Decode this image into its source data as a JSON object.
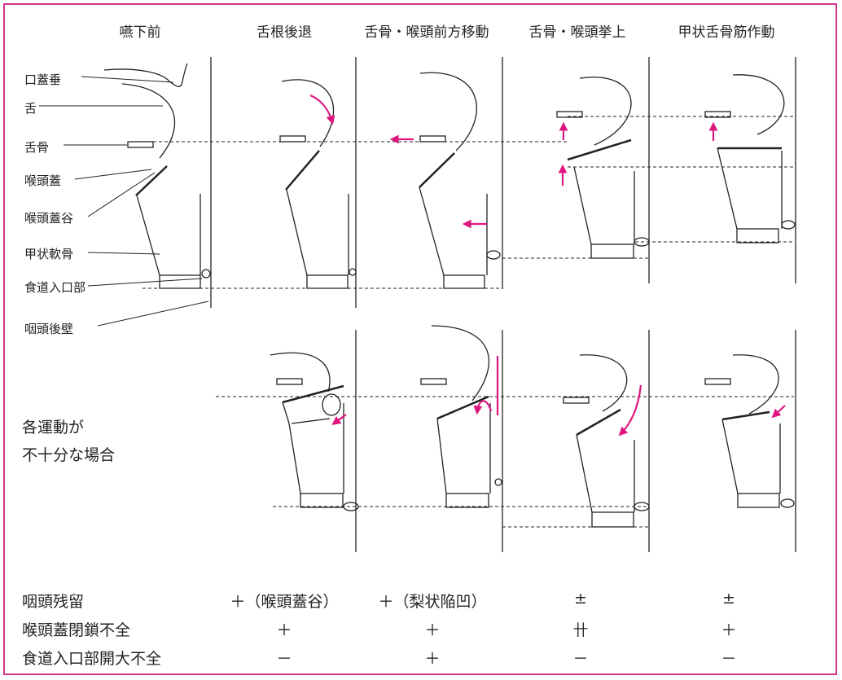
{
  "stages": [
    "嚥下前",
    "舌根後退",
    "舌骨・喉頭前方移動",
    "舌骨・喉頭挙上",
    "甲状舌骨筋作動"
  ],
  "anatomy_labels": [
    "口蓋垂",
    "舌",
    "舌骨",
    "喉頭蓋",
    "喉頭蓋谷",
    "甲状軟骨",
    "食道入口部",
    "咽頭後壁"
  ],
  "insufficient_note": [
    "各運動が",
    "不十分な場合"
  ],
  "rows": [
    {
      "label": "咽頭残留",
      "values": [
        "＋（喉頭蓋谷）",
        "＋（梨状陥凹）",
        "±",
        "±"
      ]
    },
    {
      "label": "喉頭蓋閉鎖不全",
      "values": [
        "＋",
        "＋",
        "卄",
        "＋"
      ]
    },
    {
      "label": "食道入口部開大不全",
      "values": [
        "－",
        "＋",
        "－",
        "－"
      ]
    }
  ],
  "colors": {
    "accent": "#e0167f",
    "line": "#222222"
  }
}
